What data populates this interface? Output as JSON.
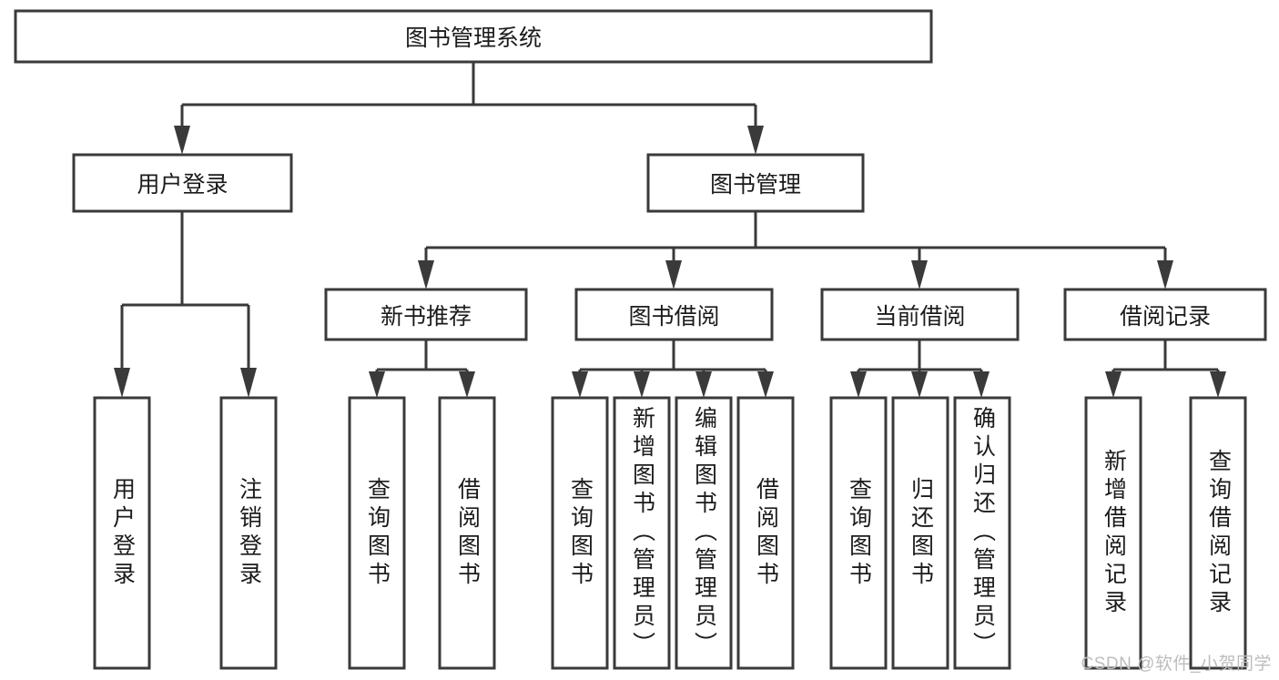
{
  "diagram": {
    "type": "tree",
    "root": {
      "id": "root",
      "label": "图书管理系统"
    },
    "level2": [
      {
        "id": "user-login",
        "label": "用户登录"
      },
      {
        "id": "book-manage",
        "label": "图书管理"
      }
    ],
    "level3": [
      {
        "id": "new-book-recommend",
        "label": "新书推荐",
        "parent": "book-manage"
      },
      {
        "id": "book-borrow",
        "label": "图书借阅",
        "parent": "book-manage"
      },
      {
        "id": "current-borrow",
        "label": "当前借阅",
        "parent": "book-manage"
      },
      {
        "id": "borrow-record",
        "label": "借阅记录",
        "parent": "book-manage"
      }
    ],
    "leaves": [
      {
        "id": "leaf-user-login",
        "label": "用户登录",
        "parent": "user-login"
      },
      {
        "id": "leaf-logout-login",
        "label": "注销登录",
        "parent": "user-login"
      },
      {
        "id": "leaf-query-book-1",
        "label": "查询图书",
        "parent": "new-book-recommend"
      },
      {
        "id": "leaf-borrow-book-1",
        "label": "借阅图书",
        "parent": "new-book-recommend"
      },
      {
        "id": "leaf-query-book-2",
        "label": "查询图书",
        "parent": "book-borrow"
      },
      {
        "id": "leaf-add-book",
        "label": "新增图书（管理员）",
        "parent": "book-borrow"
      },
      {
        "id": "leaf-edit-book",
        "label": "编辑图书（管理员）",
        "parent": "book-borrow"
      },
      {
        "id": "leaf-borrow-book-2",
        "label": "借阅图书",
        "parent": "book-borrow"
      },
      {
        "id": "leaf-query-book-3",
        "label": "查询图书",
        "parent": "current-borrow"
      },
      {
        "id": "leaf-return-book",
        "label": "归还图书",
        "parent": "current-borrow"
      },
      {
        "id": "leaf-confirm-return",
        "label": "确认归还（管理员）",
        "parent": "current-borrow"
      },
      {
        "id": "leaf-add-record",
        "label": "新增借阅记录",
        "parent": "borrow-record"
      },
      {
        "id": "leaf-query-record",
        "label": "查询借阅记录",
        "parent": "borrow-record"
      }
    ]
  },
  "colors": {
    "stroke": "#3a3a3a",
    "fill": "#ffffff",
    "text": "#1b1b1b",
    "watermark": "#bdbdbd"
  },
  "watermark": {
    "text": "CSDN @软件_小贺同学"
  }
}
